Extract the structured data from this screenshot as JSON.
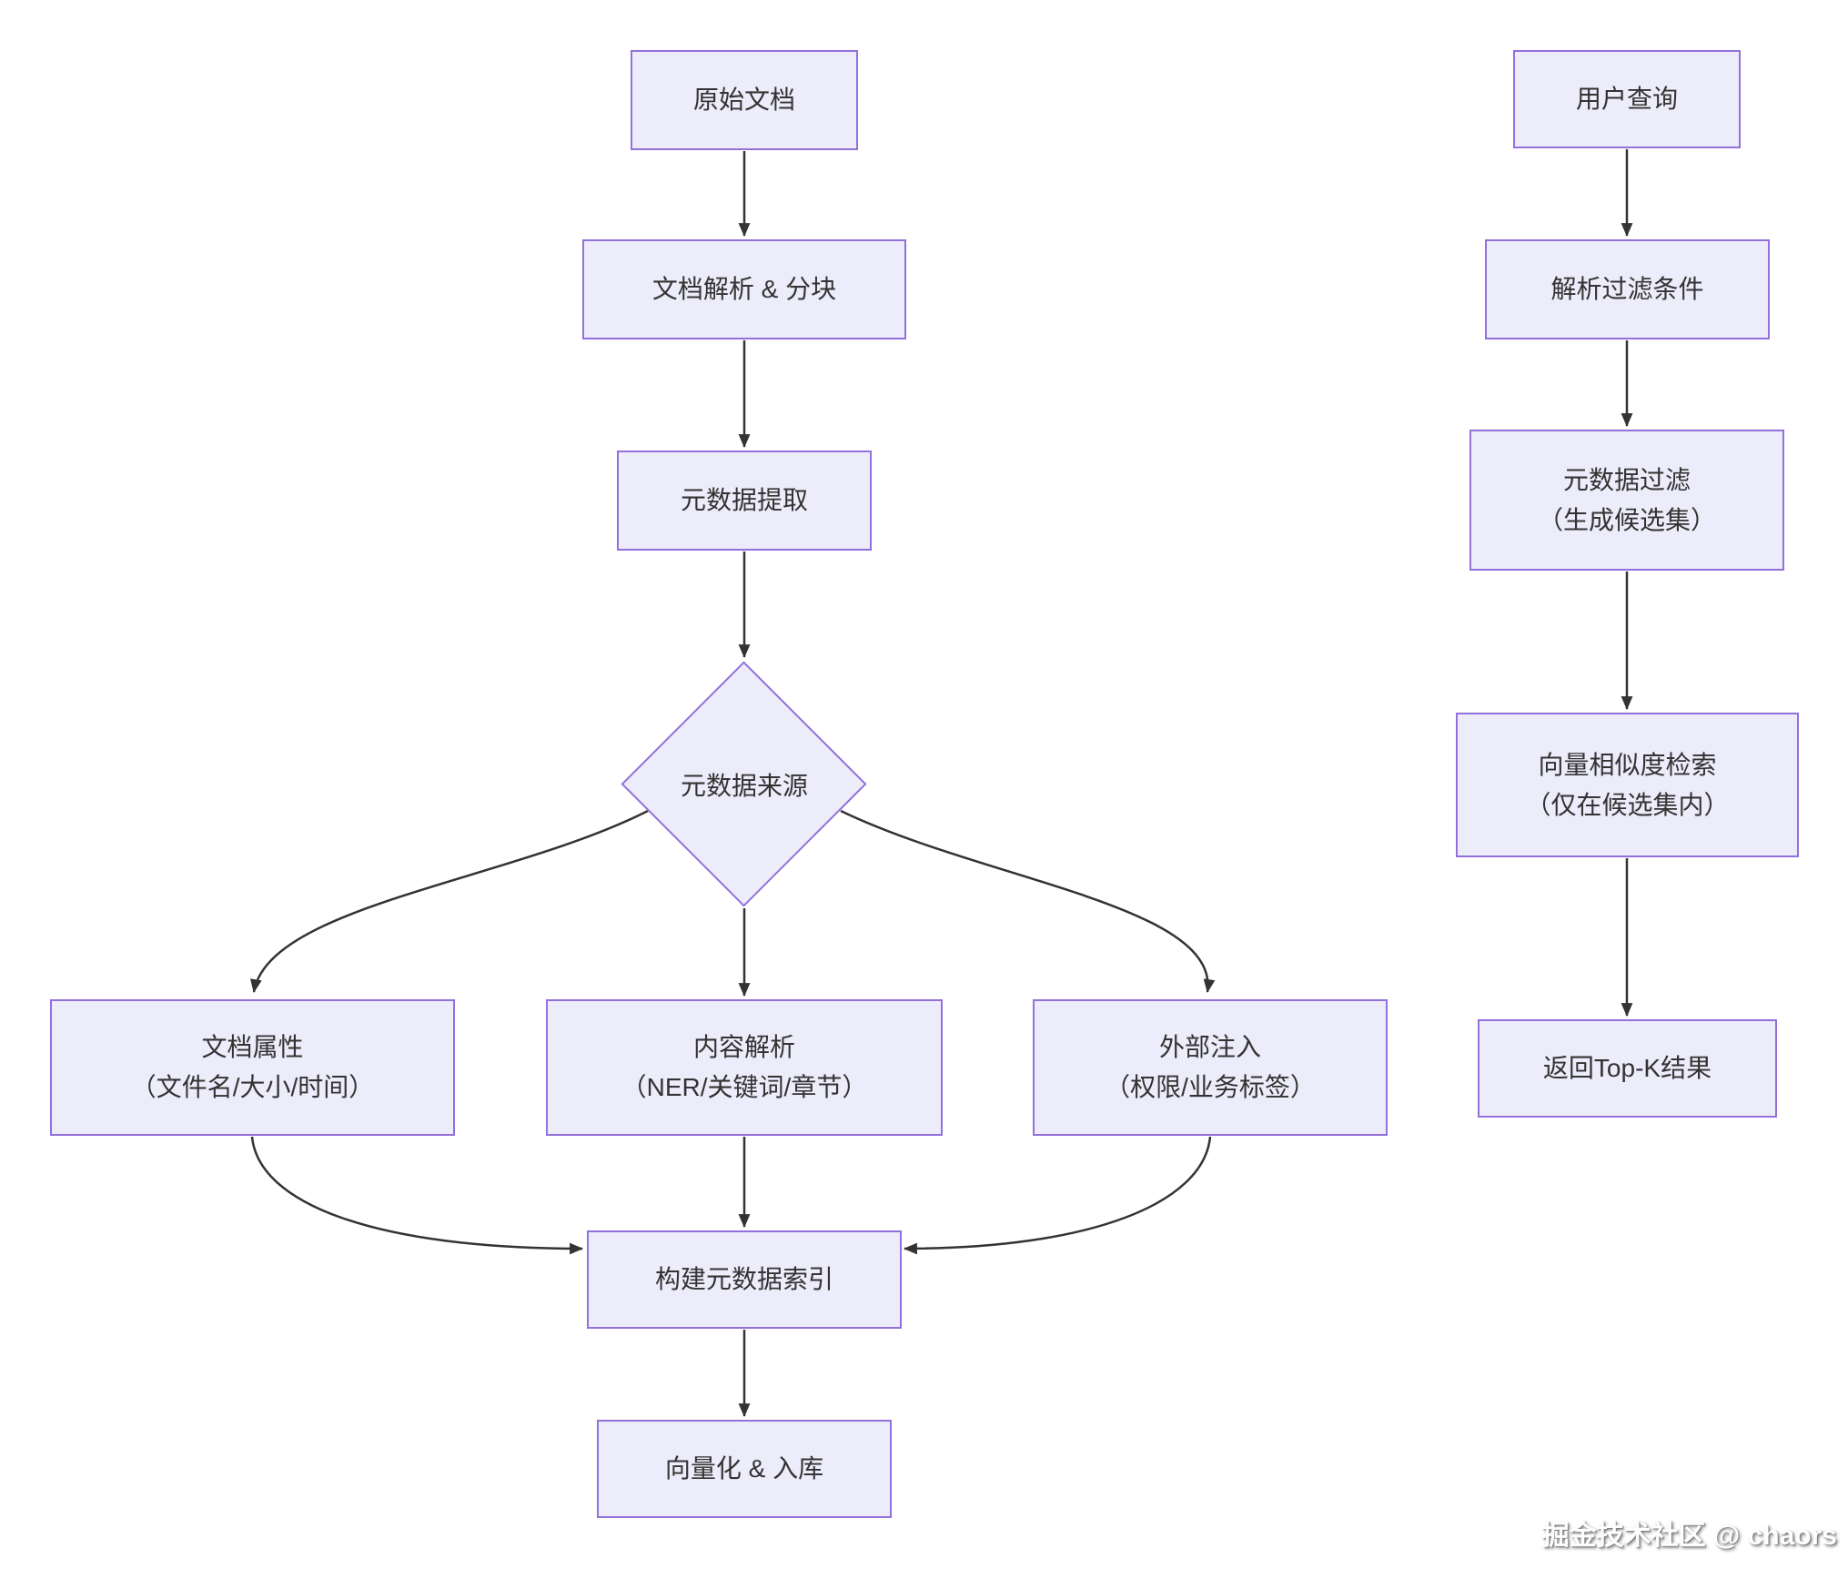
{
  "style": {
    "node_fill": "#ECECFA",
    "node_border": "#9370DB",
    "node_text": "#333333",
    "arrow_color": "#333333",
    "background": "#ffffff"
  },
  "ingest_flow": {
    "raw_doc": {
      "label": "原始文档"
    },
    "parse_chunk": {
      "label": "文档解析 & 分块"
    },
    "meta_extract": {
      "label": "元数据提取"
    },
    "meta_source": {
      "label": "元数据来源"
    },
    "doc_attrs": {
      "line1": "文档属性",
      "line2": "（文件名/大小/时间）"
    },
    "content_parse": {
      "line1": "内容解析",
      "line2": "（NER/关键词/章节）"
    },
    "external_inject": {
      "line1": "外部注入",
      "line2": "（权限/业务标签）"
    },
    "build_index": {
      "label": "构建元数据索引"
    },
    "vectorize": {
      "label": "向量化 & 入库"
    }
  },
  "query_flow": {
    "user_query": {
      "label": "用户查询"
    },
    "parse_filter": {
      "label": "解析过滤条件"
    },
    "meta_filter": {
      "line1": "元数据过滤",
      "line2": "（生成候选集）"
    },
    "vector_search": {
      "line1": "向量相似度检索",
      "line2": "（仅在候选集内）"
    },
    "topk": {
      "label": "返回Top-K结果"
    }
  },
  "watermark": "掘金技术社区 @ chaors"
}
